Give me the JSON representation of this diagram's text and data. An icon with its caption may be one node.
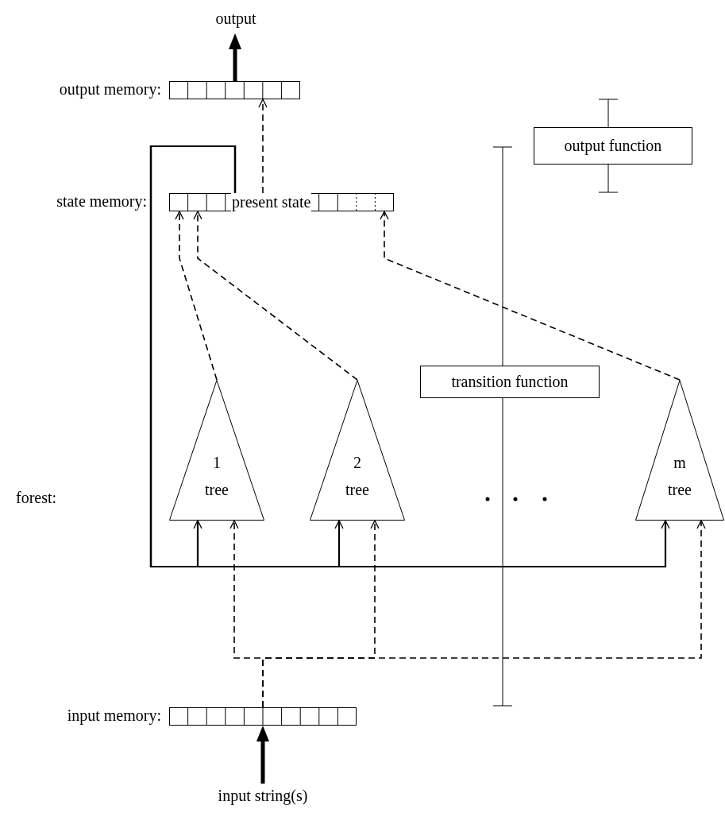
{
  "diagram": {
    "nodes": [
      {
        "text": [
          "output"
        ]
      },
      {
        "text": [],
        "shape": "bar",
        "beside": [
          "output memory:"
        ]
      },
      {
        "text": [
          "present state"
        ],
        "beside": [
          "state memory:"
        ]
      },
      {
        "text": [
          "output function"
        ]
      },
      {
        "text": [
          "transition function"
        ]
      },
      {
        "text": [
          "1",
          "tree"
        ]
      },
      {
        "text": [
          "2",
          "tree"
        ]
      },
      {
        "text": [
          "m",
          "tree"
        ]
      },
      {
        "text": [],
        "shape": "bar",
        "beside": [
          "input memory:"
        ]
      },
      {
        "text": [
          "input string(s)"
        ]
      }
    ],
    "edges": [
      {
        "from": 1,
        "to": 0,
        "arrow": "to",
        "style": "thick"
      },
      {
        "from": 2,
        "to": 1,
        "arrow": "to",
        "style": "dashed"
      },
      {
        "from": 2,
        "to": 5,
        "arrow": "to"
      },
      {
        "from": 2,
        "to": 6,
        "arrow": "to"
      },
      {
        "from": 2,
        "to": 7,
        "arrow": "to"
      },
      {
        "from": 5,
        "to": 2,
        "arrow": "to",
        "style": "dashed"
      },
      {
        "from": 6,
        "to": 2,
        "arrow": "to",
        "style": "dashed"
      },
      {
        "from": 7,
        "to": 2,
        "arrow": "to",
        "style": "dashed"
      },
      {
        "from": 8,
        "to": 5,
        "arrow": "to",
        "style": "dashed"
      },
      {
        "from": 8,
        "to": 6,
        "arrow": "to",
        "style": "dashed"
      },
      {
        "from": 8,
        "to": 7,
        "arrow": "to",
        "style": "dashed"
      },
      {
        "from": 9,
        "to": 8,
        "arrow": "to",
        "style": "thick"
      }
    ],
    "labels": [
      "forest:"
    ]
  }
}
